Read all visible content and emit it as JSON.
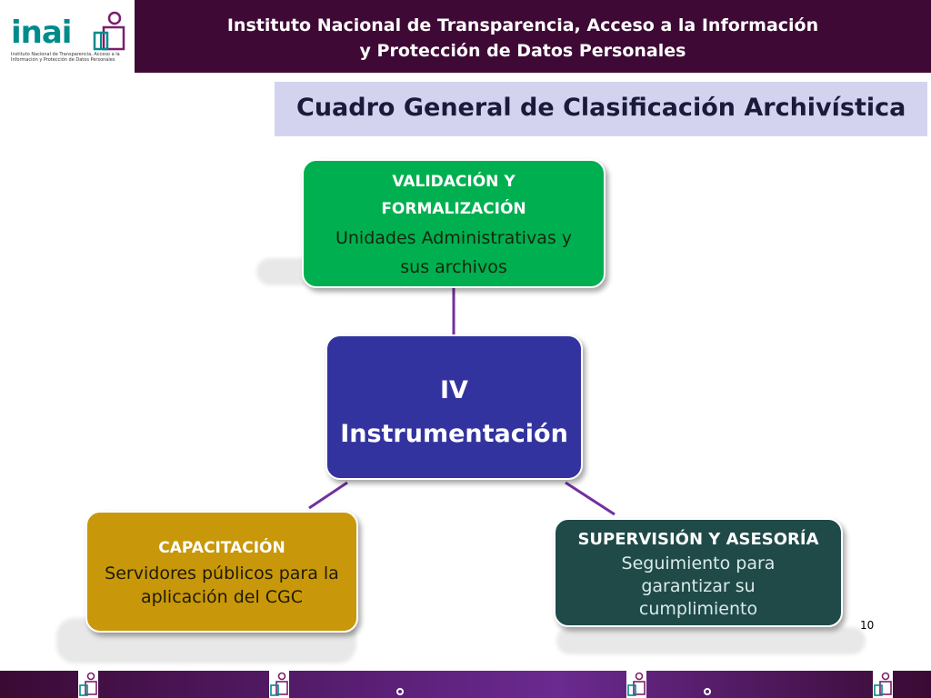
{
  "header": {
    "logo_text": "inai",
    "logo_subtext": "Instituto Nacional de Transparencia, Acceso a la Información y Protección de Datos Personales",
    "title_line1": "Instituto Nacional de Transparencia, Acceso a la Información",
    "title_line2": "y Protección de Datos Personales"
  },
  "subtitle": "Cuadro General de Clasificación Archivística",
  "diagram": {
    "top_node": {
      "title_line1": "VALIDACIÓN Y",
      "title_line2": "FORMALIZACIÓN",
      "body_line1": "Unidades Administrativas y",
      "body_line2": "sus archivos"
    },
    "center_node": {
      "line1": "IV",
      "line2": "Instrumentación"
    },
    "left_node": {
      "title": "CAPACITACIÓN",
      "body_line1": "Servidores públicos para la",
      "body_line2": "aplicación del CGC"
    },
    "right_node": {
      "title": "SUPERVISIÓN Y ASESORÍA",
      "body_line1": "Seguimiento para",
      "body_line2": "garantizar su",
      "body_line3": "cumplimiento"
    }
  },
  "page_number": "10",
  "colors": {
    "banner": "#3e0a35",
    "logo_teal": "#008b8b",
    "subtitle_bg": "#d3d3f0",
    "green": "#00b050",
    "center_blue": "#3333a0",
    "gold": "#c8980a",
    "teal": "#1f4a48",
    "connector": "#7030a0"
  }
}
